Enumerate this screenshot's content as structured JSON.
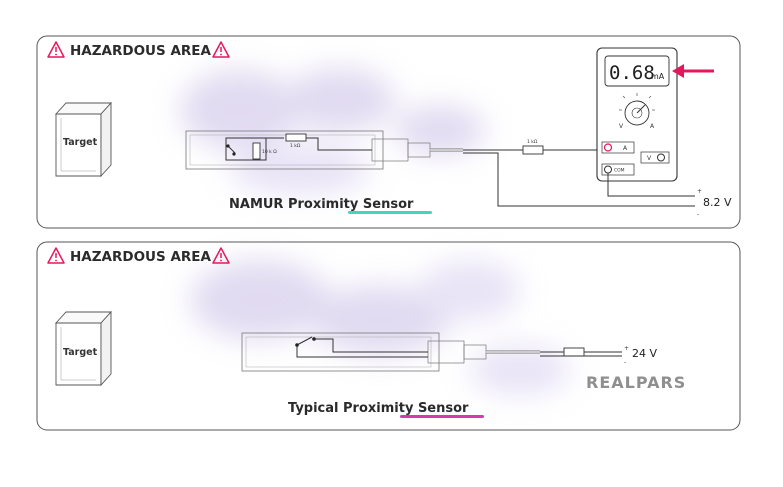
{
  "colors": {
    "accent_pink": "#e3185c",
    "underline_teal": "#3fd6c4",
    "underline_pink": "#d73ab0",
    "haze_purple": "#c9bde6"
  },
  "icons": [
    "warning-triangle-icon",
    "meter-dial-icon",
    "arrow-pointer-icon"
  ],
  "top_panel": {
    "hazard_label": "HAZARDOUS AREA",
    "target_label": "Target",
    "resistor_sensor_label": "1 kΩ",
    "resistor_internal_label": "10 k Ω",
    "resistor_line_label": "1 kΩ",
    "caption": "NAMUR Proximity Sensor",
    "meter": {
      "reading": "0.68",
      "unit": "mA",
      "dial_left": "V",
      "dial_right": "A",
      "jack_a": "A",
      "jack_v": "V",
      "jack_com": "COM"
    },
    "supply_voltage": "8.2 V",
    "plus_sign": "+",
    "minus_sign": "-"
  },
  "bottom_panel": {
    "hazard_label": "HAZARDOUS AREA",
    "target_label": "Target",
    "caption": "Typical Proximity Sensor",
    "supply_voltage": "24 V",
    "plus_sign": "+",
    "minus_sign": "-"
  },
  "brand": "REALPARS"
}
